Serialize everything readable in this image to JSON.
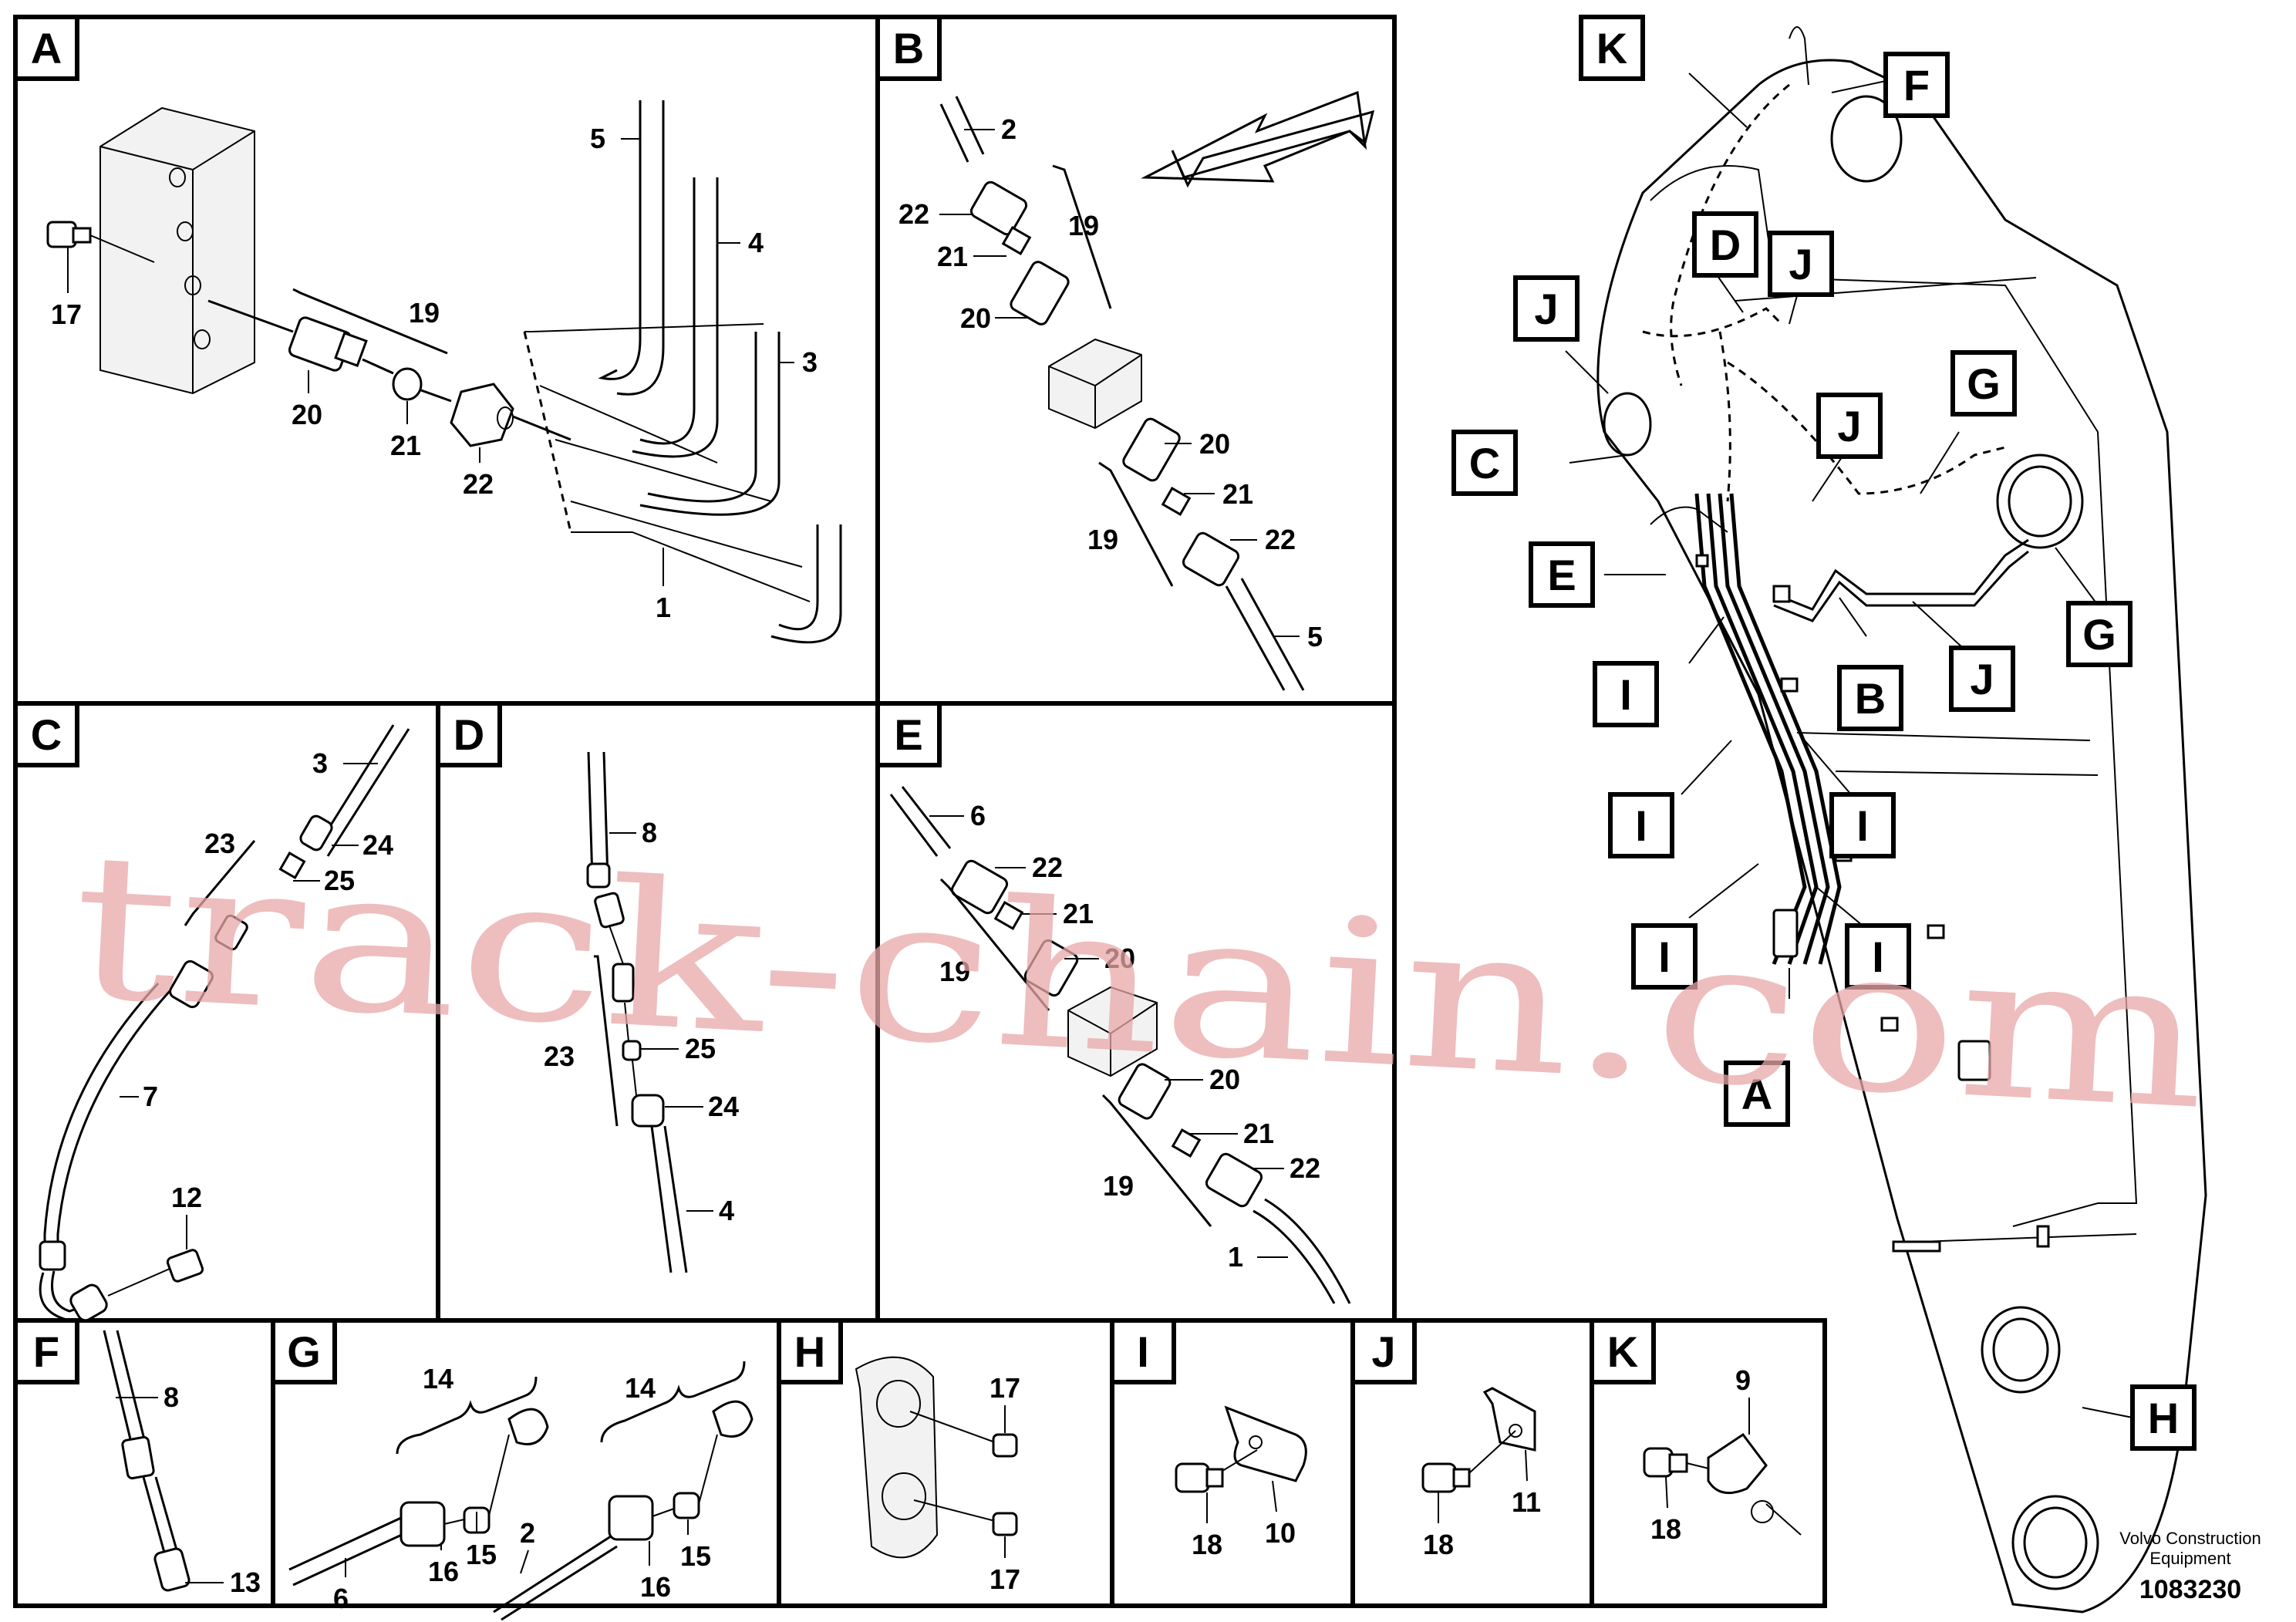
{
  "panels": {
    "A": {
      "letter": "A",
      "callouts": [
        "5",
        "4",
        "3",
        "19",
        "17",
        "20",
        "21",
        "22",
        "1"
      ]
    },
    "B": {
      "letter": "B",
      "callouts": [
        "2",
        "22",
        "19",
        "21",
        "20",
        "20",
        "21",
        "19",
        "22",
        "5"
      ]
    },
    "C": {
      "letter": "C",
      "callouts": [
        "3",
        "23",
        "24",
        "25",
        "7",
        "12"
      ]
    },
    "D": {
      "letter": "D",
      "callouts": [
        "8",
        "23",
        "25",
        "24",
        "4"
      ]
    },
    "E": {
      "letter": "E",
      "callouts": [
        "6",
        "22",
        "21",
        "20",
        "19",
        "20",
        "21",
        "22",
        "19",
        "1"
      ]
    },
    "F": {
      "letter": "F",
      "callouts": [
        "8",
        "13"
      ]
    },
    "G": {
      "letter": "G",
      "callouts": [
        "14",
        "14",
        "15",
        "2",
        "6",
        "16",
        "16",
        "15"
      ]
    },
    "H": {
      "letter": "H",
      "callouts": [
        "17",
        "17"
      ]
    },
    "I": {
      "letter": "I",
      "callouts": [
        "10",
        "18"
      ]
    },
    "J": {
      "letter": "J",
      "callouts": [
        "11",
        "18"
      ]
    },
    "K": {
      "letter": "K",
      "callouts": [
        "9",
        "18"
      ]
    }
  },
  "overview_labels": [
    "K",
    "F",
    "D",
    "J",
    "J",
    "C",
    "G",
    "J",
    "E",
    "B",
    "I",
    "I",
    "I",
    "I",
    "I",
    "A",
    "G",
    "J",
    "H"
  ],
  "watermark": "track-chain.com",
  "footer": {
    "company_line1": "Volvo Construction",
    "company_line2": "Equipment",
    "figure_number": "1083230"
  }
}
